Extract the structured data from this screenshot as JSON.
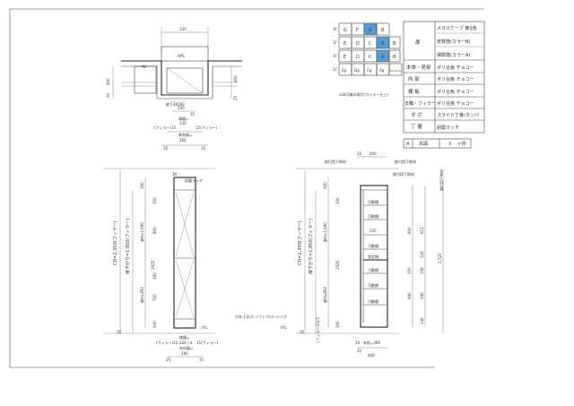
{
  "plan": {
    "width_top": "330",
    "label_ac": "AC",
    "label_aps": "APS",
    "left_dim": "400",
    "left_dim2": "30",
    "right_dim": "400",
    "right_dim2": "25",
    "note_gap": "扉下30000",
    "d190": "190",
    "d15a": "15",
    "note_eff": "扉幅=",
    "d230": "230",
    "note_filler_l": "(フィラー)15",
    "note_filler_r": "15(フィラー)",
    "note_main": "有効幅=",
    "d260": "260",
    "d35a": "35",
    "d35b": "35"
  },
  "color_grid": {
    "row_labels": [
      "1F",
      "1F",
      "1F",
      "1F"
    ],
    "rows": [
      [
        "G",
        "F",
        "A",
        "B"
      ],
      [
        "E",
        "D",
        "C",
        "A",
        "B"
      ],
      [
        "E",
        "D",
        "C",
        "A",
        "B"
      ],
      [
        "Eg",
        "Dg",
        "Cg",
        "Ag",
        "Ex+Ecg"
      ]
    ],
    "highlight_color": "#5b9bd5",
    "caption": "②SGS後の取付(フィラー仕上)"
  },
  "spec_table": {
    "rows": [
      {
        "head": "扉",
        "values": [
          "メラスケーブ 扉(J色",
          "奇数階(カラーB)",
          "偶数階(カラーA)"
        ]
      },
      {
        "head": "本体・見掛",
        "values": [
          "ポリ合板 チョコー"
        ]
      },
      {
        "head": "内 部",
        "values": [
          "ポリ合板 チョコー"
        ]
      },
      {
        "head": "棚 板",
        "values": [
          "ポリ合板 チョコー"
        ]
      },
      {
        "head": "支輪・フィラー",
        "values": [
          "ポリ合板 チョコー"
        ]
      },
      {
        "head": "ダ ボ",
        "values": [
          ""
        ]
      },
      {
        "head": "丁 番",
        "values": [
          "スライド丁番(ダンパ"
        ]
      },
      {
        "head": "",
        "values": [
          "耐震ラッチ"
        ]
      }
    ],
    "footer_code": "A",
    "footer_label": "本図",
    "footer_qty": "3",
    "footer_unit": "ヶ所"
  },
  "front_elev": {
    "top_dim": "30",
    "seismic_label": "耐震ラッチ",
    "overall_label": "CH=2,350(フィラー)",
    "door_label": "扉下がり=1,950(フィラー)",
    "v_300": "300",
    "v_100a": "100",
    "v_800": "800",
    "v_1000": "扉H=1,000",
    "v_1925": "1925",
    "v_100b": "100",
    "v_720": "720",
    "v_850": "扉H=850",
    "v_100c": "100",
    "v_35": "35",
    "plinth_label": "巾木 114.5 ソフトフローリング",
    "floor_label": "▽FL",
    "bottom_eff": "扉幅=",
    "bottom_230": "226 / 0",
    "bottom_filler_l": "(フィラー)15",
    "bottom_filler_r": "15(フィラー)",
    "bottom_main": "有効幅=",
    "bottom_260": "260",
    "bottom_35a": "35",
    "bottom_35b": "35"
  },
  "section": {
    "top_dim": "35",
    "top_400": "400",
    "label_ceil": "取付用下地材",
    "label_ceil2": "取付用下地材",
    "label_right": "取付用下地材",
    "overall_label": "CH=2,350(フィラー)",
    "door_label": "扉下がり=1,950(フィラー)",
    "v_300": "300",
    "v_100": "100",
    "v_1000": "扉H=1,000",
    "v_1925": "1925",
    "v_850": "扉H=850",
    "v_100b": "100",
    "v_35": "35",
    "shelf_labels": [
      "可動棚",
      "可動棚",
      "335",
      "可動棚",
      "固定棚",
      "可動棚",
      "可動棚",
      "可動棚"
    ],
    "right_dims": [
      "600",
      "612",
      "128",
      "1,725",
      "155",
      "490",
      "158",
      "340",
      "146"
    ],
    "right_top": "取付用下地材",
    "floor_label": "▽FL",
    "floor_note": "(フィラー)14.5",
    "bottom_eff": "有効=390",
    "bottom_400": "400",
    "bottom_10": "10",
    "bottom_35": "35"
  }
}
